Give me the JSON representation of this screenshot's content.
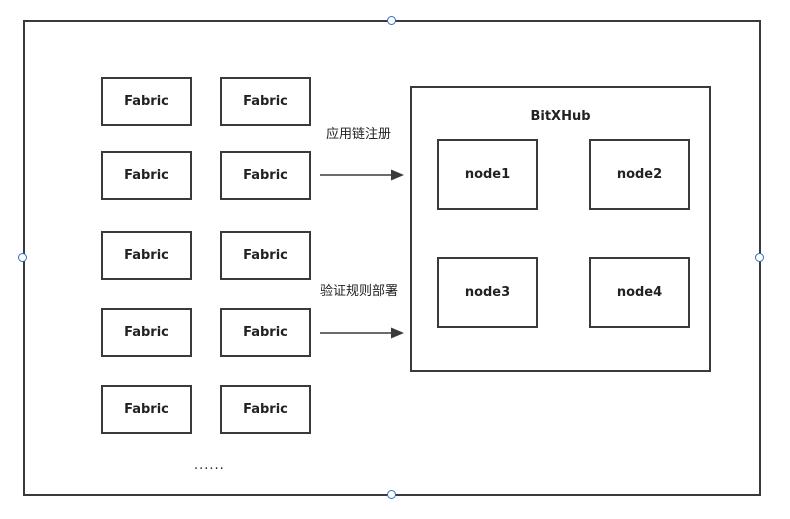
{
  "fabric_boxes": [
    {
      "label": "Fabric"
    },
    {
      "label": "Fabric"
    },
    {
      "label": "Fabric"
    },
    {
      "label": "Fabric"
    },
    {
      "label": "Fabric"
    },
    {
      "label": "Fabric"
    },
    {
      "label": "Fabric"
    },
    {
      "label": "Fabric"
    },
    {
      "label": "Fabric"
    },
    {
      "label": "Fabric"
    }
  ],
  "ellipsis": "......",
  "arrows": {
    "register_label": "应用链注册",
    "deploy_label": "验证规则部署"
  },
  "bitxhub": {
    "title": "BitXHub",
    "nodes": [
      {
        "label": "node1"
      },
      {
        "label": "node2"
      },
      {
        "label": "node3"
      },
      {
        "label": "node4"
      }
    ]
  },
  "colors": {
    "stroke": "#3a3a3a",
    "selection_handle": "#2f6fc9",
    "background": "#ffffff"
  }
}
